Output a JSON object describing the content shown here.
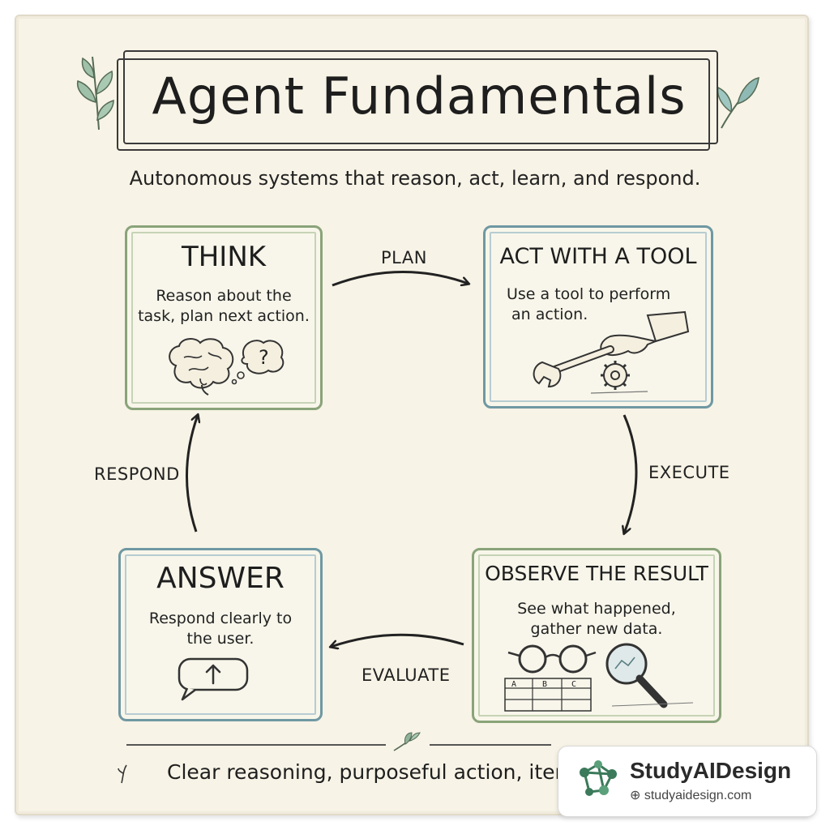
{
  "title": "Agent Fundamentals",
  "subtitle": "Autonomous systems that reason, act, learn, and respond.",
  "nodes": {
    "think": {
      "title": "THINK",
      "desc": [
        "Reason about the",
        "task, plan next action."
      ],
      "icon": "brain-icon"
    },
    "act": {
      "title": "ACT WITH A TOOL",
      "desc": [
        "Use a tool to perform",
        "an action."
      ],
      "icon": "wrench-gear-icon"
    },
    "observe": {
      "title": "OBSERVE THE RESULT",
      "desc": [
        "See what happened,",
        "gather new data."
      ],
      "icon": "glasses-magnifier-icon",
      "table": {
        "headers": [
          "A",
          "B",
          "C"
        ]
      }
    },
    "answer": {
      "title": "ANSWER",
      "desc": [
        "Respond clearly to",
        "the user."
      ],
      "icon": "speech-bubble-arrow-icon"
    }
  },
  "edges": {
    "plan": "PLAN",
    "execute": "EXECUTE",
    "evaluate": "EVALUATE",
    "respond": "RESPOND"
  },
  "footer": {
    "text": "Clear reasoning, purposeful action, iterative learning."
  },
  "watermark": {
    "brand": "StudyAIDesign",
    "url": "studyaidesign.com"
  },
  "colors": {
    "paper": "#f7f3e6",
    "green_border": "#8aa37a",
    "blue_border": "#6f98a3",
    "ink": "#222222",
    "leaf": "#7fa392"
  }
}
